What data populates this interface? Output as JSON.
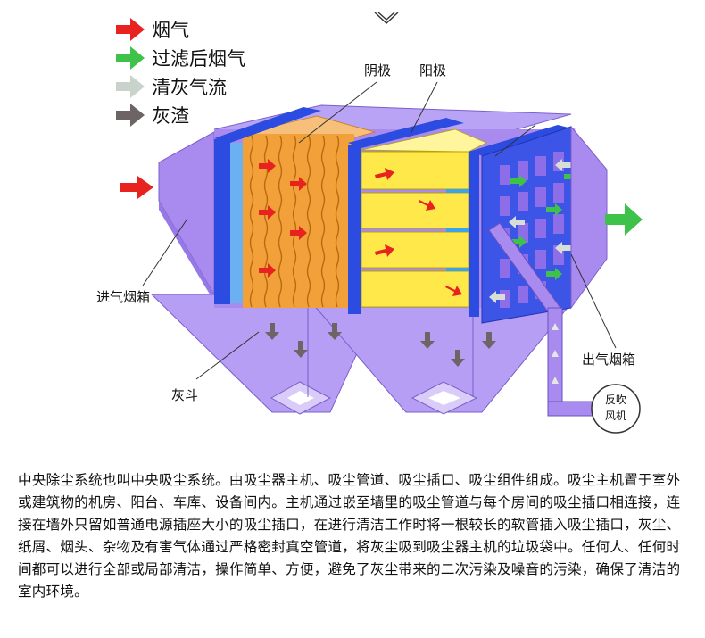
{
  "legend": {
    "items": [
      {
        "label": "烟气",
        "color": "#e8231f"
      },
      {
        "label": "过滤后烟气",
        "color": "#3fc24a"
      },
      {
        "label": "清灰气流",
        "color": "#c9d2cb"
      },
      {
        "label": "灰渣",
        "color": "#6d6565"
      }
    ]
  },
  "labels": {
    "cathode": "阴极",
    "anode": "阳极",
    "inlet_box": "进气烟箱",
    "ash_hopper": "灰斗",
    "outlet_box": "出气烟箱",
    "fan_line1": "反吹",
    "fan_line2": "风机"
  },
  "colors": {
    "housing": "#a98bf0",
    "housing_dark": "#8f6fe0",
    "frame_blue": "#2c4be0",
    "filter_orange": "#f2a13a",
    "plate_yellow": "#ffe94a"
  },
  "description": "中央除尘系统也叫中央吸尘系统。由吸尘器主机、吸尘管道、吸尘插口、吸尘组件组成。吸尘主机置于室外或建筑物的机房、阳台、车库、设备间内。主机通过嵌至墙里的吸尘管道与每个房间的吸尘插口相连接，连接在墙外只留如普通电源插座大小的吸尘插口，在进行清洁工作时将一根较长的软管插入吸尘插口，灰尘、　纸屑、烟头、杂物及有害气体通过严格密封真空管道，将灰尘吸到吸尘器主机的垃圾袋中。任何人、任何时间都可以进行全部或局部清洁，操作简单、方便，避免了灰尘带来的二次污染及噪音的污染，确保了清洁的室内环境。"
}
